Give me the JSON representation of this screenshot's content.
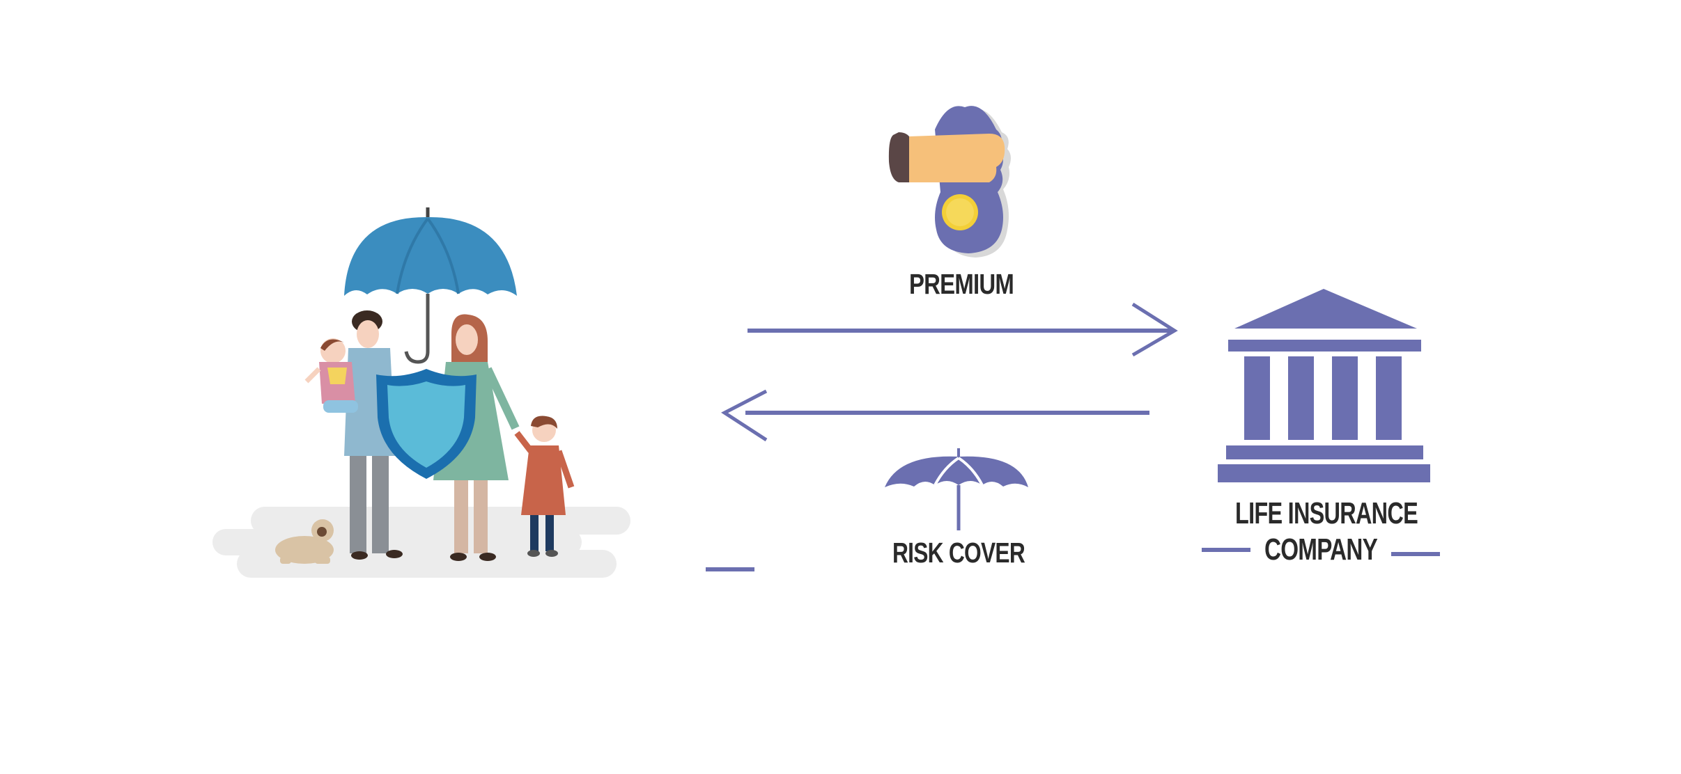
{
  "diagram": {
    "nodes": {
      "policyholder": {
        "icon": "family-under-umbrella-illustration"
      },
      "insurer": {
        "icon": "bank-building-icon",
        "label_line1": "LIFE INSURANCE",
        "label_line2": "COMPANY"
      }
    },
    "flows": {
      "premium": {
        "label": "PREMIUM",
        "icon": "hand-with-money-bag-icon",
        "direction": "policyholder-to-insurer"
      },
      "risk_cover": {
        "label": "RISK COVER",
        "icon": "umbrella-icon",
        "direction": "insurer-to-policyholder"
      }
    },
    "colors": {
      "accent": "#6b6fb0",
      "umbrella_blue": "#3b8dbf",
      "shield_blue": "#5bbbd8",
      "text": "#2a2a2a",
      "ground": "#ececec"
    }
  }
}
